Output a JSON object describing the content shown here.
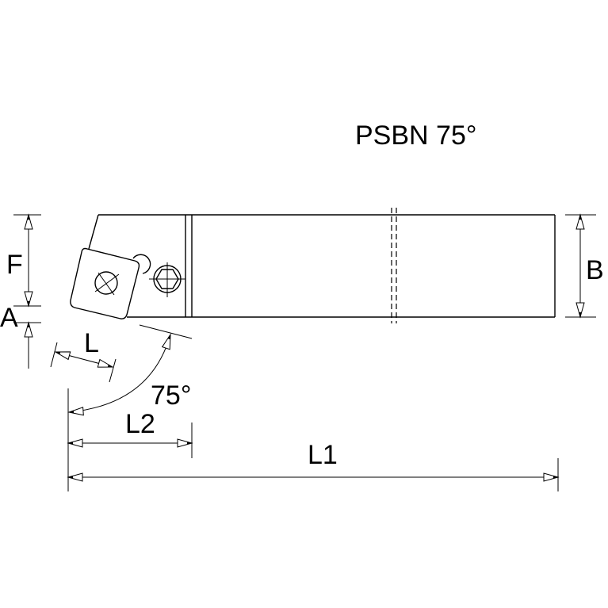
{
  "title": "PSBN 75°",
  "dimensions": {
    "F": "F",
    "A": "A",
    "B": "B",
    "L": "L",
    "L1": "L1",
    "L2": "L2",
    "angle": "75°"
  },
  "colors": {
    "line": "#000000",
    "background": "#ffffff"
  }
}
